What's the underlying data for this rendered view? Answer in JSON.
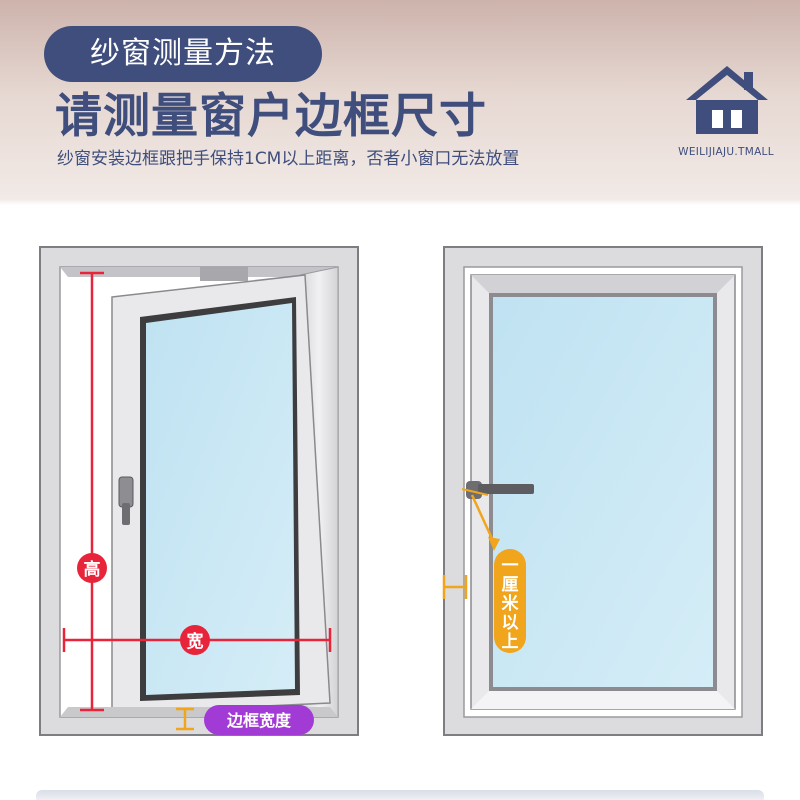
{
  "header": {
    "pill_label": "纱窗测量方法",
    "title": "请测量窗户边框尺寸",
    "subtitle": "纱窗安装边框跟把手保持1CM以上距离，否者小窗口无法放置"
  },
  "brand": {
    "logo_icon": "house-icon",
    "name": "WEILIJIAJU.TMALL"
  },
  "diagram": {
    "left_window": {
      "height_label": "高",
      "width_label": "宽",
      "frame_width_label": "边框宽度"
    },
    "right_window": {
      "gap_label_chars": [
        "一",
        "厘",
        "米",
        "以",
        "上"
      ]
    }
  },
  "colors": {
    "navy": "#3f4e7c",
    "measure_red": "#e8243a",
    "purple_badge": "#a23bd6",
    "orange": "#f0a51c",
    "glass": "#c7e6f3",
    "frame": "#e4e4e6"
  }
}
